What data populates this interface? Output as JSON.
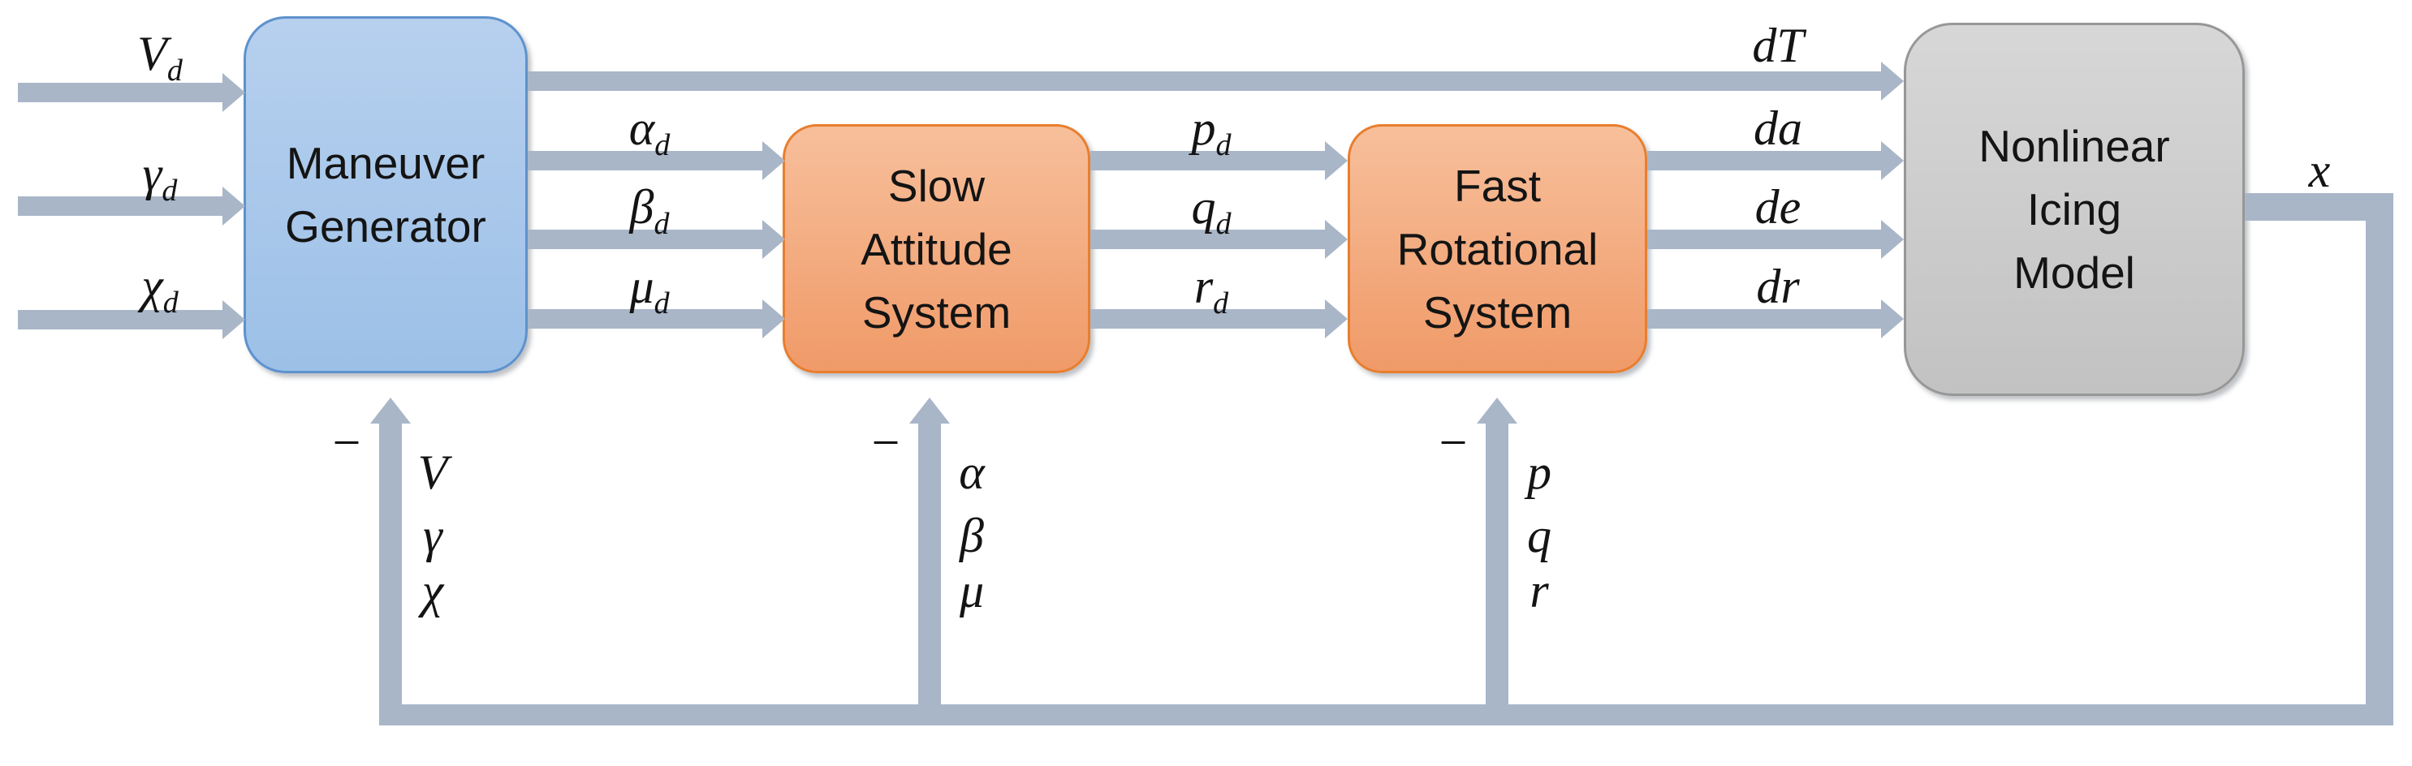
{
  "colors": {
    "background": "#ffffff",
    "connector": "#a9b6c8",
    "text": "#141414",
    "blue_top": "#b7d0ee",
    "blue_bottom": "#9cc0e7",
    "blue_border": "#5e92cc",
    "orange_top": "#f7bf9b",
    "orange_bottom": "#f09a68",
    "orange_border": "#e87e2e",
    "gray_top": "#d7d7d7",
    "gray_bottom": "#c2c2c2",
    "gray_border": "#979797"
  },
  "blocks": {
    "maneuver": {
      "lines": [
        "Maneuver",
        "Generator"
      ]
    },
    "slow": {
      "lines": [
        "Slow",
        "Attitude",
        "System"
      ]
    },
    "fast": {
      "lines": [
        "Fast",
        "Rotational",
        "System"
      ]
    },
    "icing": {
      "lines": [
        "Nonlinear",
        "Icing",
        "Model"
      ]
    }
  },
  "labels": {
    "inputs": [
      {
        "base": "V",
        "sub": "d"
      },
      {
        "base": "γ",
        "sub": "d"
      },
      {
        "base": "χ",
        "sub": "d"
      }
    ],
    "attitude_cmds": [
      {
        "base": "α",
        "sub": "d"
      },
      {
        "base": "β",
        "sub": "d"
      },
      {
        "base": "μ",
        "sub": "d"
      }
    ],
    "rate_cmds": [
      {
        "base": "p",
        "sub": "d"
      },
      {
        "base": "q",
        "sub": "d"
      },
      {
        "base": "r",
        "sub": "d"
      }
    ],
    "throttle": {
      "base": "dT"
    },
    "surface_cmds": [
      {
        "base": "da"
      },
      {
        "base": "de"
      },
      {
        "base": "dr"
      }
    ],
    "state_output": {
      "base": "x"
    },
    "feedback_maneuver": [
      "V",
      "γ",
      "χ"
    ],
    "feedback_attitude": [
      "α",
      "β",
      "μ"
    ],
    "feedback_rotational": [
      "p",
      "q",
      "r"
    ],
    "minus_sign": "−"
  }
}
